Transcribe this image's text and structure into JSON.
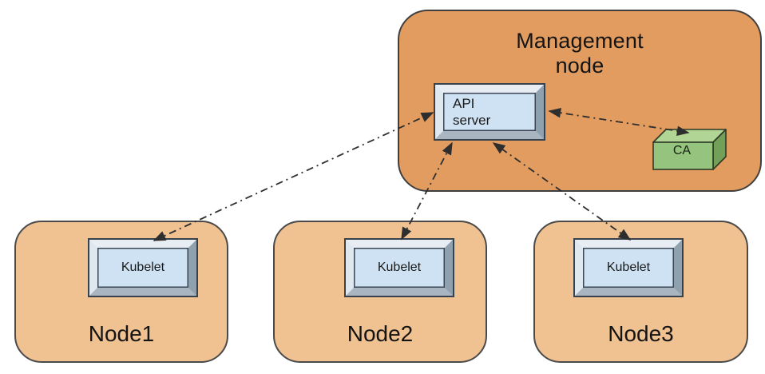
{
  "diagram_type": "kubernetes cluster certificate architecture",
  "colors": {
    "management_fill": "#e29c60",
    "worker_fill": "#f0c191",
    "component_face": "#cfe2f3",
    "ca_front": "#94c47e",
    "ca_top": "#b0d595",
    "ca_side": "#73a058",
    "arrow": "#2e2e2e"
  },
  "management_node": {
    "label": "Management\nnode",
    "components": {
      "api_server": {
        "label": "API\nserver"
      },
      "ca": {
        "label": "CA"
      }
    }
  },
  "worker_nodes": [
    {
      "name": "Node1",
      "component": "Kubelet"
    },
    {
      "name": "Node2",
      "component": "Kubelet"
    },
    {
      "name": "Node3",
      "component": "Kubelet"
    }
  ],
  "connections": [
    {
      "from": "Kubelet (Node1)",
      "to": "API server",
      "style": "dash-dot",
      "bidirectional": true
    },
    {
      "from": "Kubelet (Node2)",
      "to": "API server",
      "style": "dash-dot",
      "bidirectional": true
    },
    {
      "from": "Kubelet (Node3)",
      "to": "API server",
      "style": "dash-dot",
      "bidirectional": true
    },
    {
      "from": "API server",
      "to": "CA",
      "style": "dash-dot",
      "bidirectional": true
    }
  ]
}
